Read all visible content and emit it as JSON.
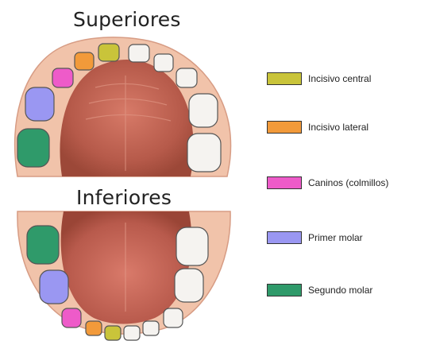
{
  "titles": {
    "upper": "Superiores",
    "lower": "Inferiores"
  },
  "legend": [
    {
      "label": "Incisivo central",
      "color": "#c9c43a"
    },
    {
      "label": "Incisivo lateral",
      "color": "#f29a3a"
    },
    {
      "label": "Caninos (colmillos)",
      "color": "#ee5bc9"
    },
    {
      "label": "Primer molar",
      "color": "#9a97f2"
    },
    {
      "label": "Segundo molar",
      "color": "#2f9a6a"
    }
  ],
  "colors": {
    "gum": "#f0c0a8",
    "palate": "#c86858",
    "tongue": "#c4645a",
    "tooth": "#f5f3f0",
    "tooth_outline": "#555555"
  }
}
